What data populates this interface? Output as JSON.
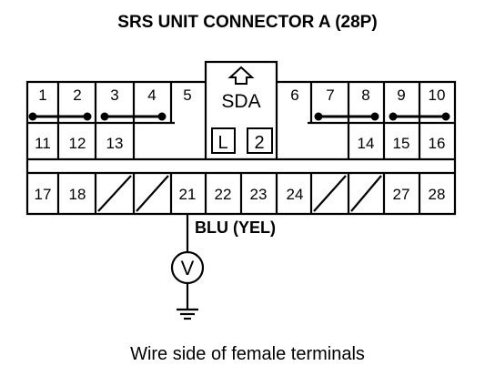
{
  "title": "SRS UNIT CONNECTOR A (28P)",
  "caption": "Wire side of female terminals",
  "probe_wire_label": "BLU (YEL)",
  "connector": {
    "lock_label": "SDA",
    "lock_key_a": "L",
    "lock_key_b": "2",
    "row1": [
      "1",
      "2",
      "3",
      "4",
      "5",
      "6",
      "7",
      "8",
      "9",
      "10"
    ],
    "row2": [
      "11",
      "12",
      "13",
      "14",
      "15",
      "16"
    ],
    "row3": [
      "17",
      "18",
      "21",
      "22",
      "23",
      "24",
      "27",
      "28"
    ]
  },
  "meter_symbol": "V",
  "icons": {
    "lock_arrow": "up-arrow-icon",
    "meter": "voltmeter-icon",
    "ground": "ground-icon"
  }
}
